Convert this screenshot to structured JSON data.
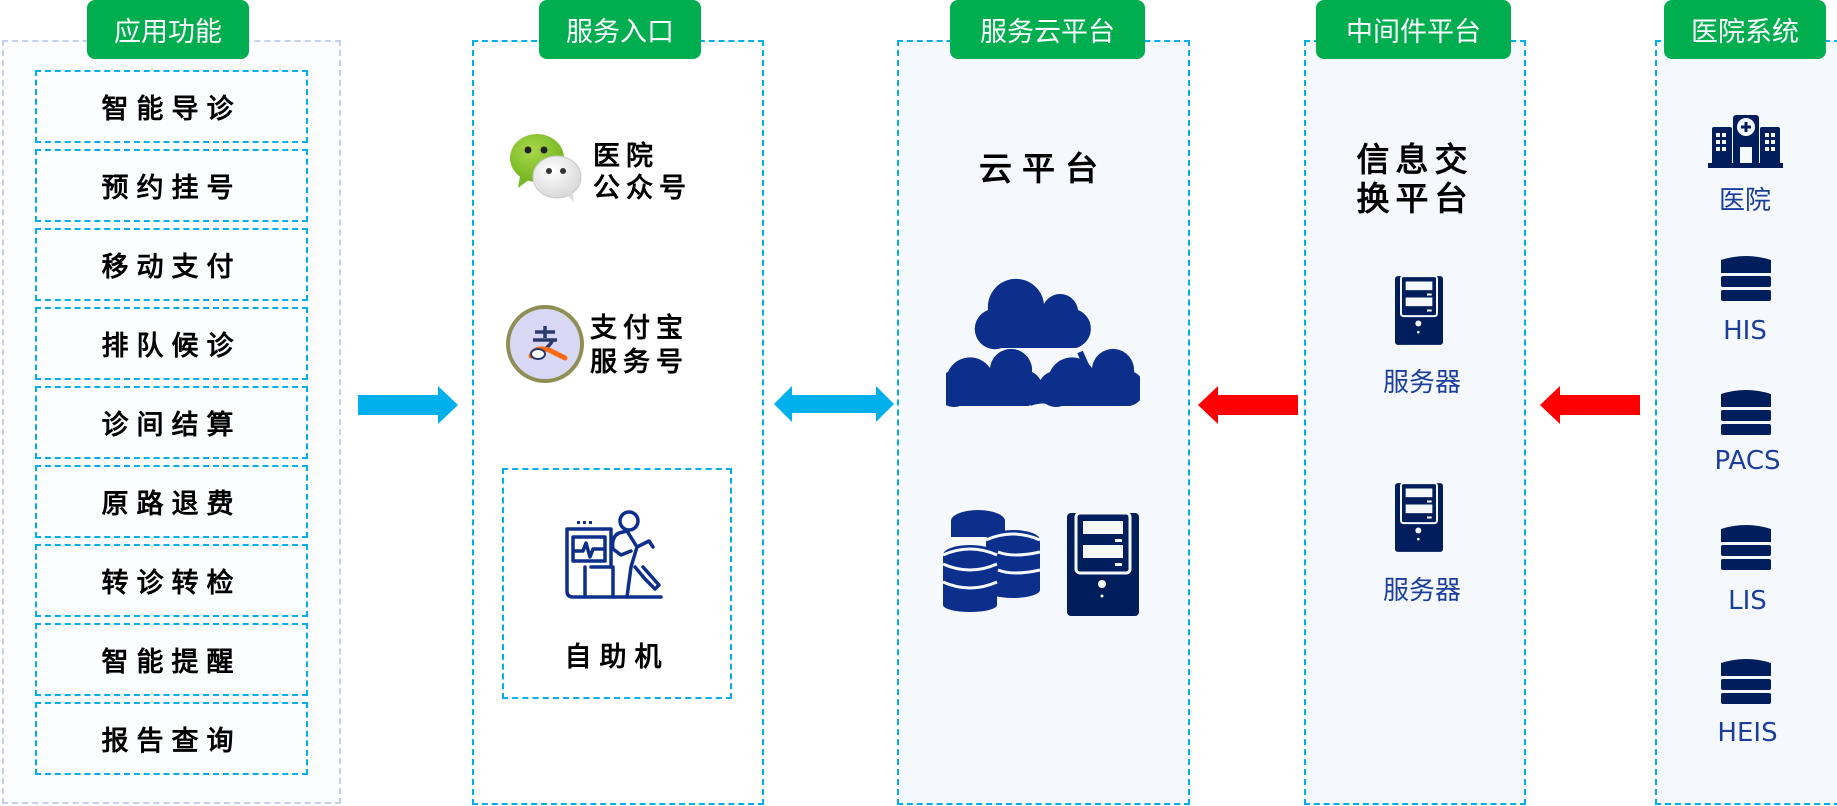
{
  "sections": {
    "apps": {
      "title": "应用功能",
      "items": [
        "智能导诊",
        "预约挂号",
        "移动支付",
        "排队候诊",
        "诊间结算",
        "原路退费",
        "转诊转检",
        "智能提醒",
        "报告查询"
      ]
    },
    "entry": {
      "title": "服务入口",
      "wechat": {
        "line1": "医院",
        "line2": "公众号",
        "icon": "wechat-icon"
      },
      "alipay": {
        "line1": "支付宝",
        "line2": "服务号",
        "icon": "alipay-icon"
      },
      "kiosk": {
        "label": "自助机",
        "icon": "kiosk-icon"
      }
    },
    "cloud": {
      "title": "服务云平台",
      "label": "云平台",
      "icons": [
        "cloud-network-icon",
        "database-stack-icon",
        "server-icon"
      ]
    },
    "middleware": {
      "title": "中间件平台",
      "label_line1": "信息交",
      "label_line2": "换平台",
      "servers": [
        "服务器",
        "服务器"
      ]
    },
    "hospital": {
      "title": "医院系统",
      "hospital_label": "医院",
      "systems": [
        "HIS",
        "PACS",
        "LIS",
        "HEIS"
      ]
    }
  },
  "colors": {
    "tab_green": "#00ae50",
    "dash_blue": "#00aee8",
    "icon_navy": "#0d2f8c",
    "arrow_blue": "#00b0ec",
    "arrow_red": "#ff0000"
  }
}
